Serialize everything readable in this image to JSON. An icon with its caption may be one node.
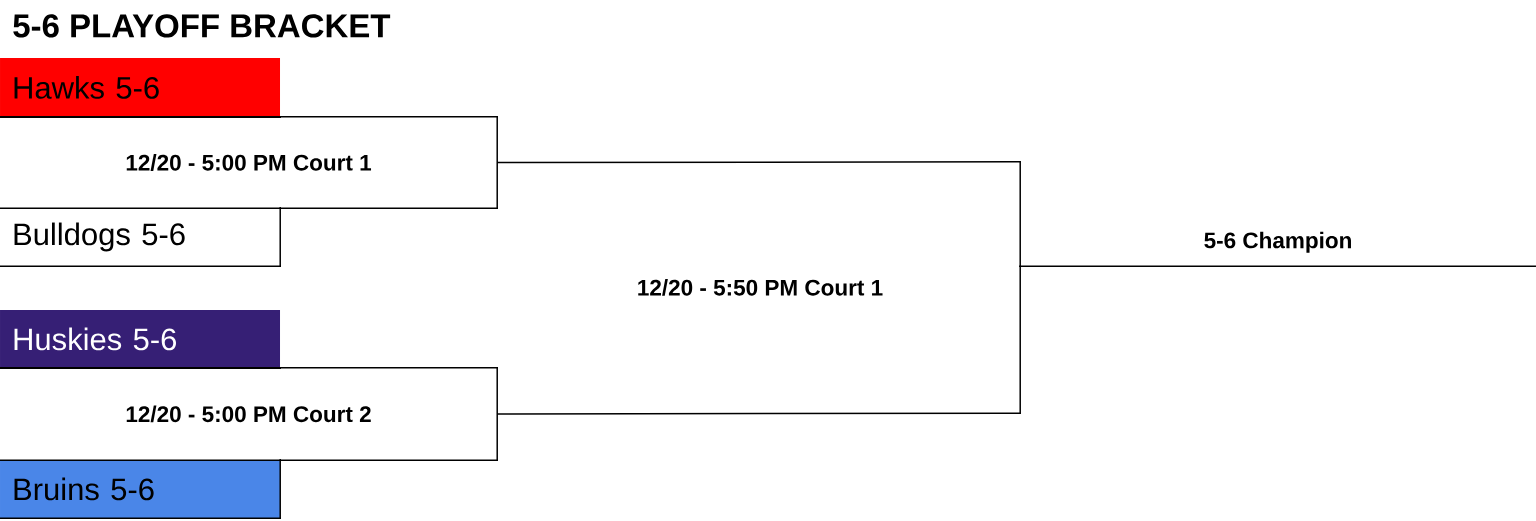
{
  "diagram": {
    "title": "5-6 PLAYOFF BRACKET",
    "nodes": [
      {
        "text": [
          "Hawks 5-6"
        ]
      },
      {
        "text": [
          "Bulldogs 5-6"
        ]
      },
      {
        "text": [
          "Huskies 5-6"
        ]
      },
      {
        "text": [
          "Bruins 5-6"
        ]
      },
      {
        "text": [
          "12/20 - 5:00 PM Court 1"
        ]
      },
      {
        "text": [
          "12/20 - 5:00 PM Court 2"
        ]
      },
      {
        "text": [
          "12/20 - 5:50 PM Court 1"
        ]
      },
      {
        "text": [
          "5-6 Champion"
        ]
      }
    ],
    "edges": [
      {
        "from": 4,
        "to": 6,
        "arrow": "none"
      },
      {
        "from": 5,
        "to": 6,
        "arrow": "none"
      }
    ]
  }
}
